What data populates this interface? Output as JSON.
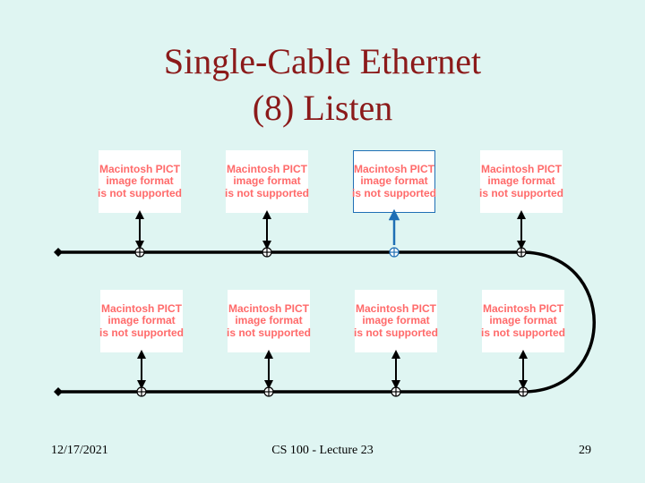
{
  "slide": {
    "title_line1": "Single-Cable Ethernet",
    "title_line2": "(8) Listen"
  },
  "computers": {
    "placeholder_lines": [
      "Macintosh PICT",
      "image format",
      "is not supported"
    ],
    "top_row": [
      {
        "id": "c1",
        "highlighted": false
      },
      {
        "id": "c2",
        "highlighted": false
      },
      {
        "id": "c3",
        "highlighted": true
      },
      {
        "id": "c4",
        "highlighted": false
      }
    ],
    "bottom_row": [
      {
        "id": "c5",
        "highlighted": false
      },
      {
        "id": "c6",
        "highlighted": false
      },
      {
        "id": "c7",
        "highlighted": false
      },
      {
        "id": "c8",
        "highlighted": false
      }
    ]
  },
  "colors": {
    "title": "#8b1a1a",
    "background": "#dff5f2",
    "cable": "#000000",
    "listening_link": "#1f6fb5",
    "placeholder_text": "#ff6a6a"
  },
  "footer": {
    "date": "12/17/2021",
    "course": "CS 100 - Lecture 23",
    "page": "29"
  }
}
